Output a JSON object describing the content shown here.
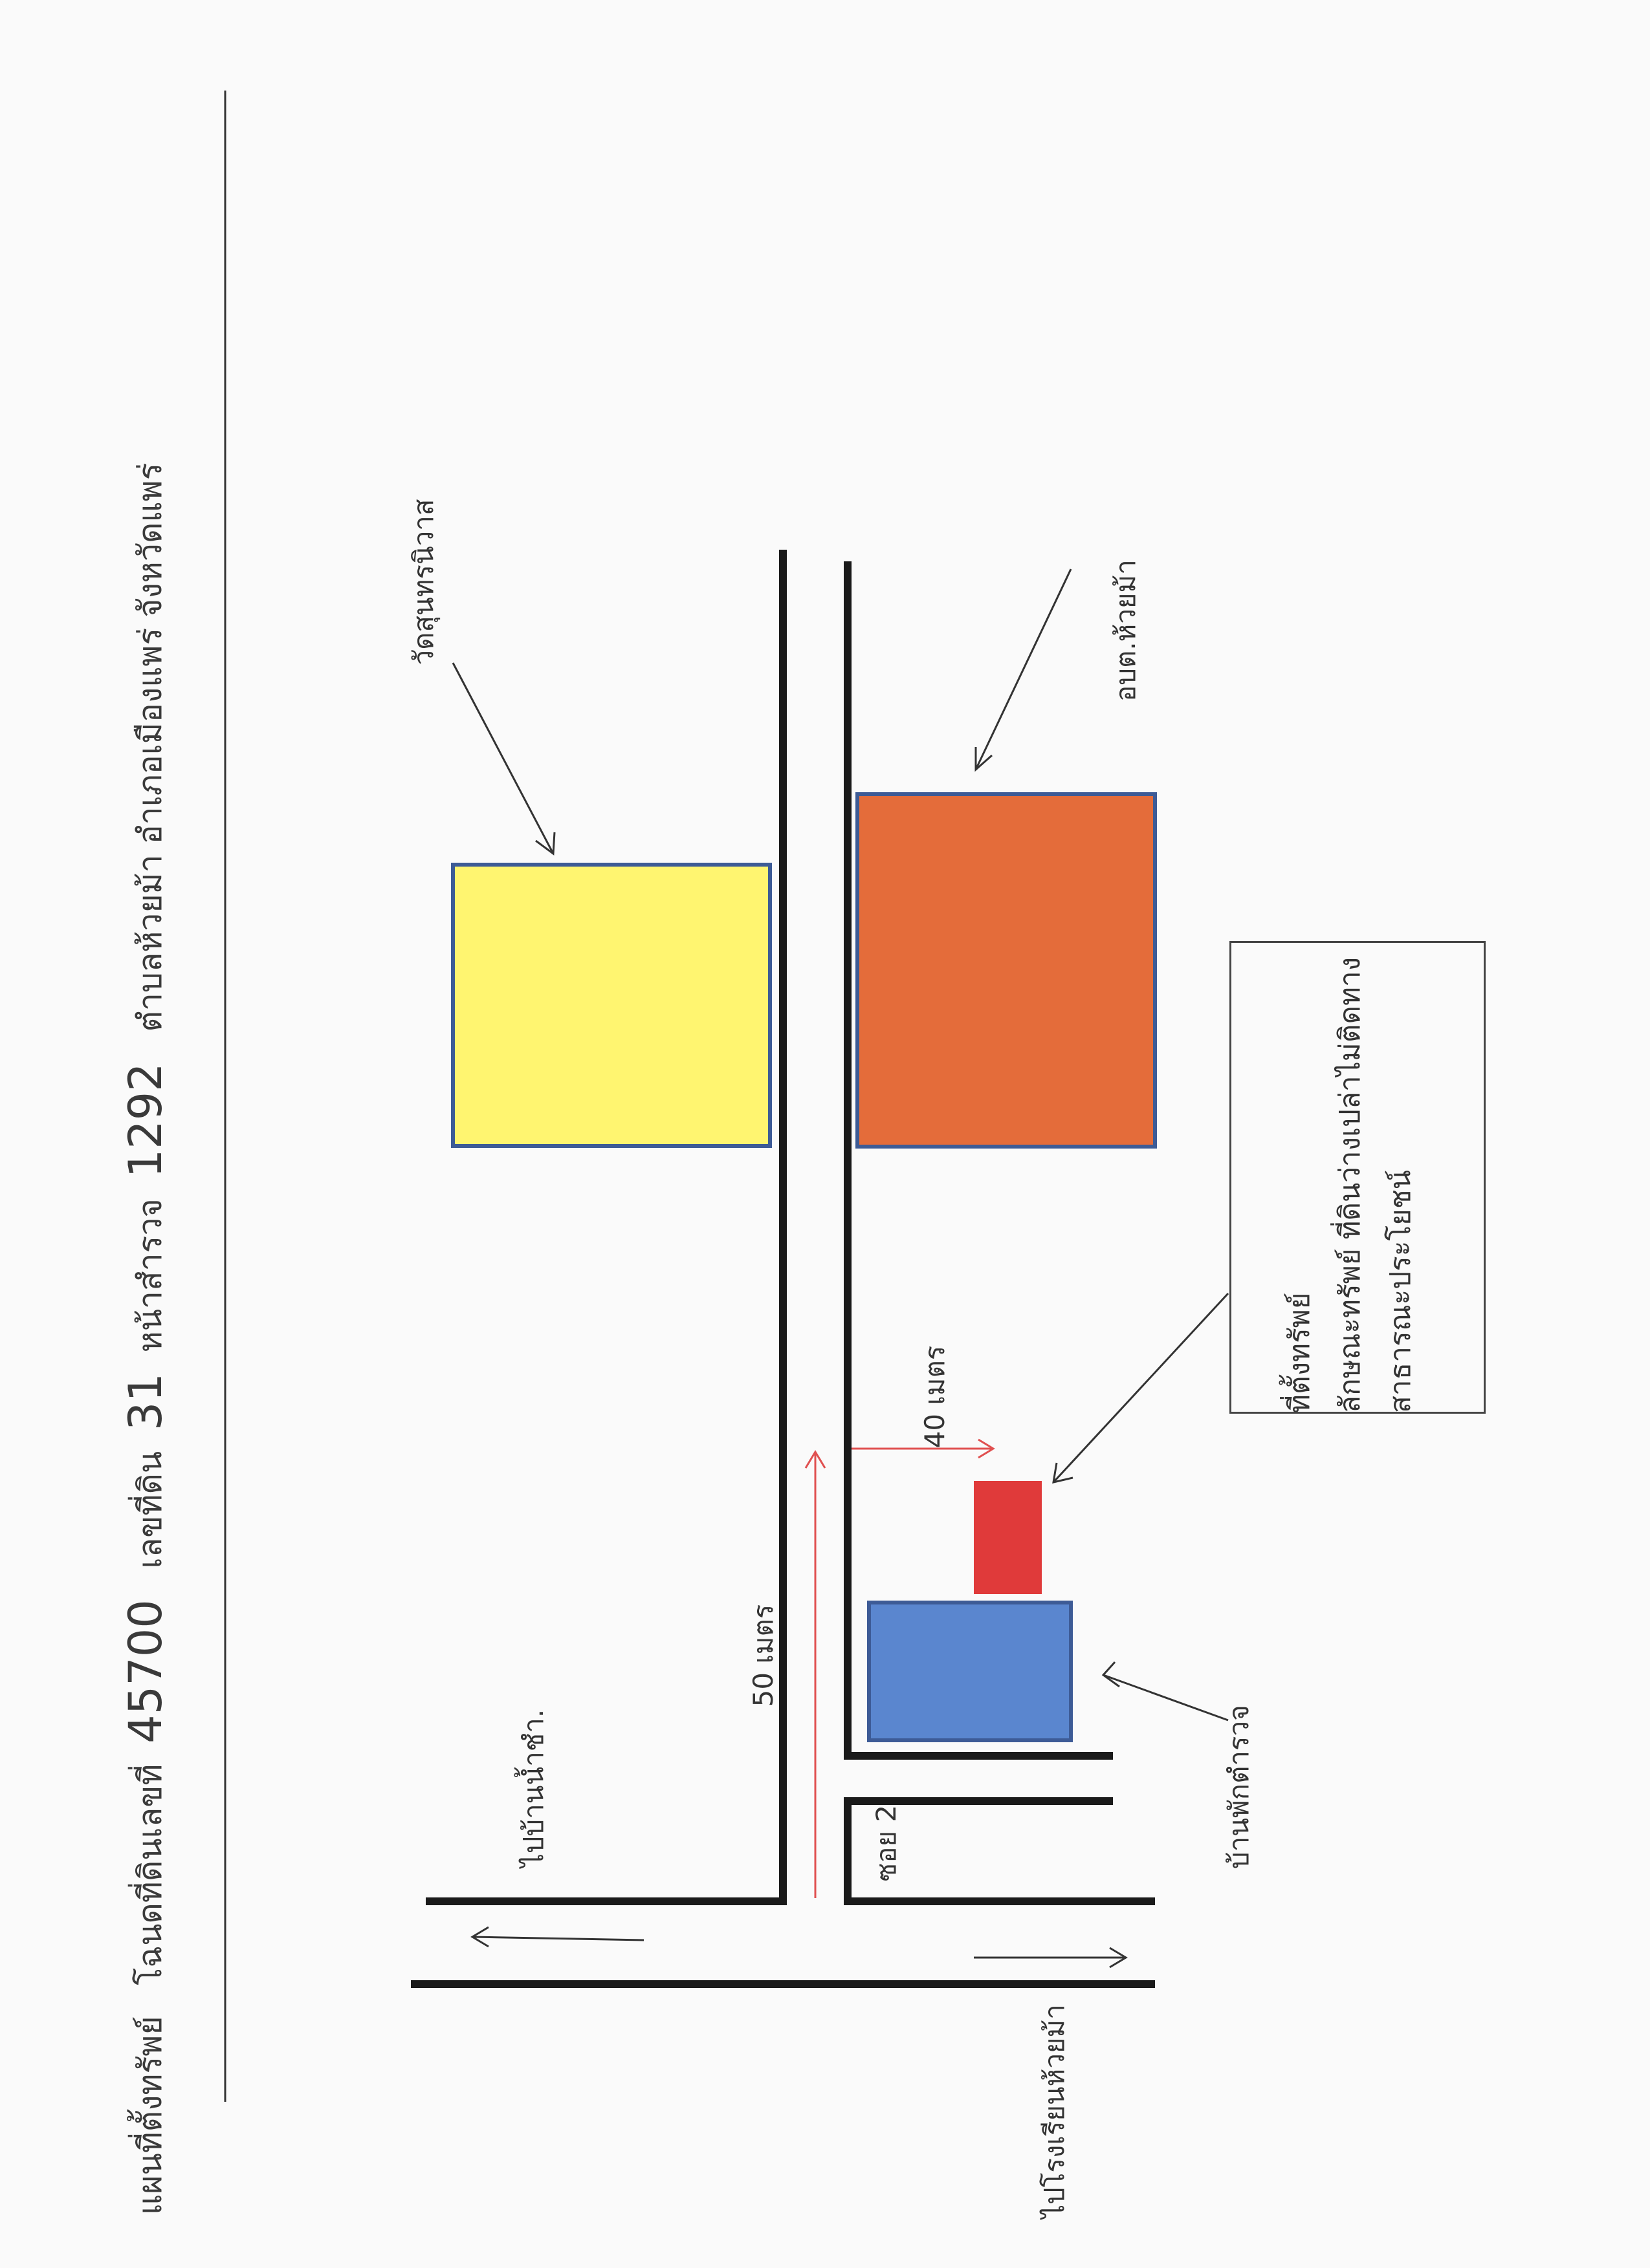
{
  "title": {
    "prefix": "แผนที่ตั้งทรัพย์",
    "deed_label": "โฉนดที่ดินเลขที่",
    "deed_number": "45700",
    "land_label": "เลขที่ดิน",
    "land_number": "31",
    "survey_label": "หน้าสำรวจ",
    "survey_number": "1292",
    "location": "ตำบลห้วยม้า อำเภอเมืองแพร่ จังหวัดแพร่"
  },
  "labels": {
    "temple": "วัดสุนทรนิวาส",
    "sao": "อบต.ห้วยม้า",
    "police_house": "บ้านพักตำรวจ",
    "to_ban_nam_cham": "ไปบ้านน้ำชำ.",
    "to_school": "ไปโรงเรียนห้วยม้า",
    "soi": "ซอย 2",
    "dist_50": "50 เมตร",
    "dist_40": "40 เมตร"
  },
  "legend": {
    "line1": "ที่ตั้งทรัพย์",
    "line2": "ลักษณะทรัพย์ ที่ดินว่างเปล่าไม่ติดทาง",
    "line3": "สาธารณะประโยชน์"
  },
  "colors": {
    "temple": "#fff570",
    "sao": "#e46c3a",
    "police_house": "#5a86cf",
    "property": "#e03a3a",
    "outline": "#3d5b96",
    "road": "#1a1a1a",
    "distance": "#e05050"
  }
}
